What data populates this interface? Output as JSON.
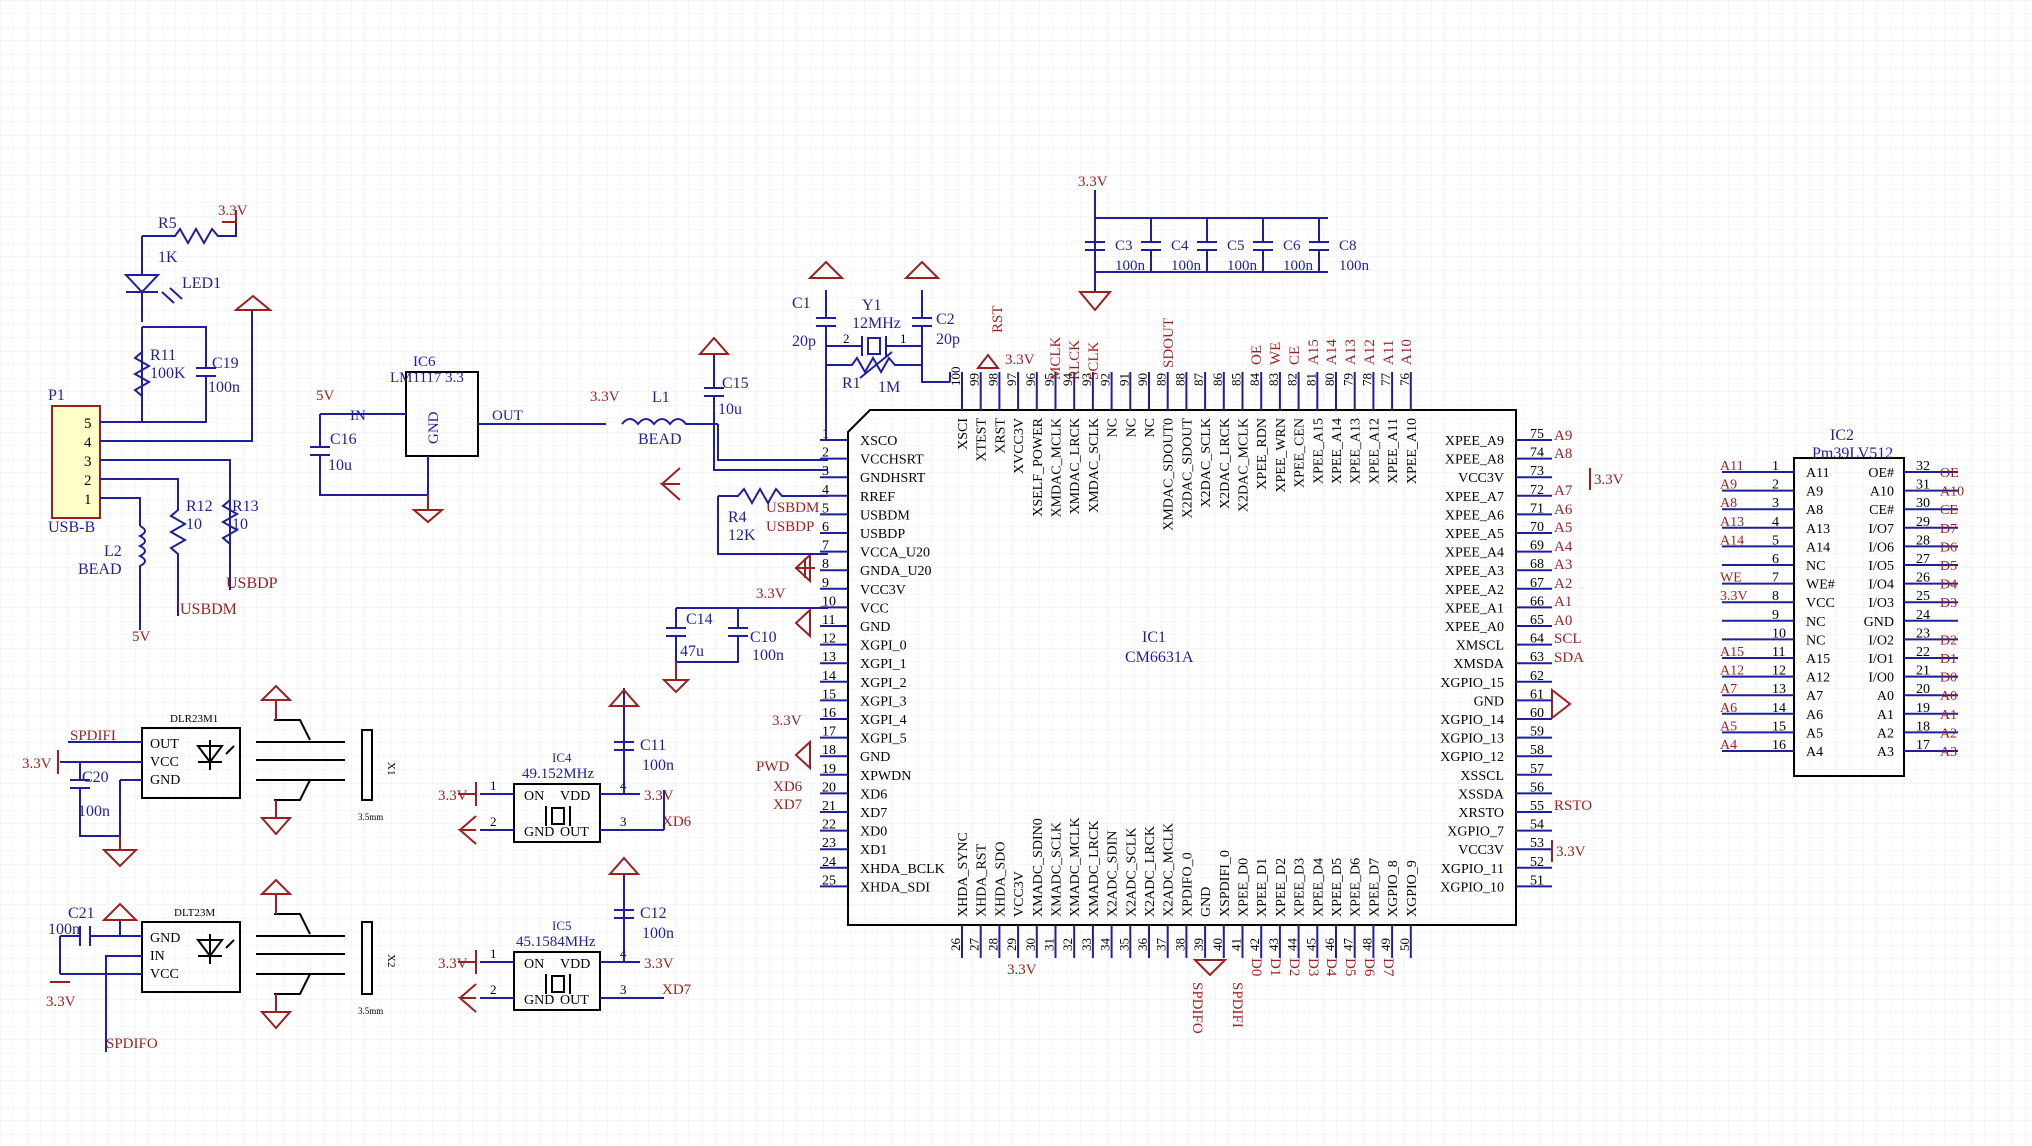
{
  "ic1": {
    "designator": "IC1",
    "part": "CM6631A",
    "left_pins": [
      {
        "num": "1",
        "name": "XSCO"
      },
      {
        "num": "2",
        "name": "VCCHSRT"
      },
      {
        "num": "3",
        "name": "GNDHSRT"
      },
      {
        "num": "4",
        "name": "RREF"
      },
      {
        "num": "5",
        "name": "USBDM"
      },
      {
        "num": "6",
        "name": "USBDP"
      },
      {
        "num": "7",
        "name": "VCCA_U20"
      },
      {
        "num": "8",
        "name": "GNDA_U20"
      },
      {
        "num": "9",
        "name": "VCC3V"
      },
      {
        "num": "10",
        "name": "VCC"
      },
      {
        "num": "11",
        "name": "GND"
      },
      {
        "num": "12",
        "name": "XGPI_0"
      },
      {
        "num": "13",
        "name": "XGPI_1"
      },
      {
        "num": "14",
        "name": "XGPI_2"
      },
      {
        "num": "15",
        "name": "XGPI_3"
      },
      {
        "num": "16",
        "name": "XGPI_4"
      },
      {
        "num": "17",
        "name": "XGPI_5"
      },
      {
        "num": "18",
        "name": "GND"
      },
      {
        "num": "19",
        "name": "XPWDN"
      },
      {
        "num": "20",
        "name": "XD6"
      },
      {
        "num": "21",
        "name": "XD7"
      },
      {
        "num": "22",
        "name": "XD0"
      },
      {
        "num": "23",
        "name": "XD1"
      },
      {
        "num": "24",
        "name": "XHDA_BCLK"
      },
      {
        "num": "25",
        "name": "XHDA_SDI"
      }
    ],
    "right_pins": [
      {
        "num": "75",
        "name": "XPEE_A9"
      },
      {
        "num": "74",
        "name": "XPEE_A8"
      },
      {
        "num": "73",
        "name": "VCC3V"
      },
      {
        "num": "72",
        "name": "XPEE_A7"
      },
      {
        "num": "71",
        "name": "XPEE_A6"
      },
      {
        "num": "70",
        "name": "XPEE_A5"
      },
      {
        "num": "69",
        "name": "XPEE_A4"
      },
      {
        "num": "68",
        "name": "XPEE_A3"
      },
      {
        "num": "67",
        "name": "XPEE_A2"
      },
      {
        "num": "66",
        "name": "XPEE_A1"
      },
      {
        "num": "65",
        "name": "XPEE_A0"
      },
      {
        "num": "64",
        "name": "XMSCL"
      },
      {
        "num": "63",
        "name": "XMSDA"
      },
      {
        "num": "62",
        "name": "XGPIO_15"
      },
      {
        "num": "61",
        "name": "GND"
      },
      {
        "num": "60",
        "name": "XGPIO_14"
      },
      {
        "num": "59",
        "name": "XGPIO_13"
      },
      {
        "num": "58",
        "name": "XGPIO_12"
      },
      {
        "num": "57",
        "name": "XSSCL"
      },
      {
        "num": "56",
        "name": "XSSDA"
      },
      {
        "num": "55",
        "name": "XRSTO"
      },
      {
        "num": "54",
        "name": "XGPIO_7"
      },
      {
        "num": "53",
        "name": "VCC3V"
      },
      {
        "num": "52",
        "name": "XGPIO_11"
      },
      {
        "num": "51",
        "name": "XGPIO_10"
      }
    ],
    "top_pins": [
      {
        "num": "100",
        "name": "XSCI"
      },
      {
        "num": "99",
        "name": "XTEST"
      },
      {
        "num": "98",
        "name": "XRST"
      },
      {
        "num": "97",
        "name": "XVCC3V"
      },
      {
        "num": "96",
        "name": "XSELF_POWER"
      },
      {
        "num": "95",
        "name": "XMDAC_MCLK"
      },
      {
        "num": "94",
        "name": "XMDAC_LRCK"
      },
      {
        "num": "93",
        "name": "XMDAC_SCLK"
      },
      {
        "num": "92",
        "name": "NC"
      },
      {
        "num": "91",
        "name": "NC"
      },
      {
        "num": "90",
        "name": "NC"
      },
      {
        "num": "89",
        "name": "XMDAC_SDOUT0"
      },
      {
        "num": "88",
        "name": "X2DAC_SDOUT"
      },
      {
        "num": "87",
        "name": "X2DAC_SCLK"
      },
      {
        "num": "86",
        "name": "X2DAC_LRCK"
      },
      {
        "num": "85",
        "name": "X2DAC_MCLK"
      },
      {
        "num": "84",
        "name": "XPEE_RDN"
      },
      {
        "num": "83",
        "name": "XPEE_WRN"
      },
      {
        "num": "82",
        "name": "XPEE_CEN"
      },
      {
        "num": "81",
        "name": "XPEE_A15"
      },
      {
        "num": "80",
        "name": "XPEE_A14"
      },
      {
        "num": "79",
        "name": "XPEE_A13"
      },
      {
        "num": "78",
        "name": "XPEE_A12"
      },
      {
        "num": "77",
        "name": "XPEE_A11"
      },
      {
        "num": "76",
        "name": "XPEE_A10"
      }
    ],
    "bottom_pins": [
      {
        "num": "26",
        "name": "XHDA_SYNC"
      },
      {
        "num": "27",
        "name": "XHDA_RST"
      },
      {
        "num": "28",
        "name": "XHDA_SDO"
      },
      {
        "num": "29",
        "name": "VCC3V"
      },
      {
        "num": "30",
        "name": "XMADC_SDIN0"
      },
      {
        "num": "31",
        "name": "XMADC_SCLK"
      },
      {
        "num": "32",
        "name": "XMADC_MCLK"
      },
      {
        "num": "33",
        "name": "XMADC_LRCK"
      },
      {
        "num": "34",
        "name": "X2ADC_SDIN"
      },
      {
        "num": "35",
        "name": "X2ADC_SCLK"
      },
      {
        "num": "36",
        "name": "X2ADC_LRCK"
      },
      {
        "num": "37",
        "name": "X2ADC_MCLK"
      },
      {
        "num": "38",
        "name": "XPDIFO_0"
      },
      {
        "num": "39",
        "name": "GND"
      },
      {
        "num": "40",
        "name": "XSPDIFI_0"
      },
      {
        "num": "41",
        "name": "XPEE_D0"
      },
      {
        "num": "42",
        "name": "XPEE_D1"
      },
      {
        "num": "43",
        "name": "XPEE_D2"
      },
      {
        "num": "44",
        "name": "XPEE_D3"
      },
      {
        "num": "45",
        "name": "XPEE_D4"
      },
      {
        "num": "46",
        "name": "XPEE_D5"
      },
      {
        "num": "47",
        "name": "XPEE_D6"
      },
      {
        "num": "48",
        "name": "XPEE_D7"
      },
      {
        "num": "49",
        "name": "XGPIO_8"
      },
      {
        "num": "50",
        "name": "XGPIO_9"
      }
    ],
    "top_nets": [
      "RST",
      "MCLK",
      "RLCK",
      "SCLK",
      "SDOUT",
      "OE",
      "WE",
      "CE",
      "A15",
      "A14",
      "A13",
      "A12",
      "A11",
      "A10"
    ],
    "right_nets": [
      "A9",
      "A8",
      "3.3V",
      "A7",
      "A6",
      "A5",
      "A4",
      "A3",
      "A2",
      "A1",
      "A0",
      "SCL",
      "SDA",
      "RSTO",
      "3.3V"
    ],
    "left_nets": [
      "USBDM",
      "USBDP",
      "3.3V",
      "3.3V",
      "PWD",
      "XD6",
      "XD7"
    ],
    "bottom_nets": [
      "3.3V",
      "SPDIFO",
      "SPDIFI",
      "D0",
      "D1",
      "D2",
      "D3",
      "D4",
      "D5",
      "D6",
      "D7"
    ]
  },
  "ic2": {
    "designator": "IC2",
    "part": "Pm39LV512",
    "left_pins": [
      {
        "num": "1",
        "name": "A11",
        "net": "A11"
      },
      {
        "num": "2",
        "name": "A9",
        "net": "A9"
      },
      {
        "num": "3",
        "name": "A8",
        "net": "A8"
      },
      {
        "num": "4",
        "name": "A13",
        "net": "A13"
      },
      {
        "num": "5",
        "name": "A14",
        "net": "A14"
      },
      {
        "num": "6",
        "name": "NC",
        "net": ""
      },
      {
        "num": "7",
        "name": "WE#",
        "net": "WE"
      },
      {
        "num": "8",
        "name": "VCC",
        "net": "3.3V"
      },
      {
        "num": "9",
        "name": "NC",
        "net": ""
      },
      {
        "num": "10",
        "name": "NC",
        "net": ""
      },
      {
        "num": "11",
        "name": "A15",
        "net": "A15"
      },
      {
        "num": "12",
        "name": "A12",
        "net": "A12"
      },
      {
        "num": "13",
        "name": "A7",
        "net": "A7"
      },
      {
        "num": "14",
        "name": "A6",
        "net": "A6"
      },
      {
        "num": "15",
        "name": "A5",
        "net": "A5"
      },
      {
        "num": "16",
        "name": "A4",
        "net": "A4"
      }
    ],
    "right_pins": [
      {
        "num": "32",
        "name": "OE#",
        "net": "OE"
      },
      {
        "num": "31",
        "name": "A10",
        "net": "A10"
      },
      {
        "num": "30",
        "name": "CE#",
        "net": "CE"
      },
      {
        "num": "29",
        "name": "I/O7",
        "net": "D7"
      },
      {
        "num": "28",
        "name": "I/O6",
        "net": "D6"
      },
      {
        "num": "27",
        "name": "I/O5",
        "net": "D5"
      },
      {
        "num": "26",
        "name": "I/O4",
        "net": "D4"
      },
      {
        "num": "25",
        "name": "I/O3",
        "net": "D3"
      },
      {
        "num": "24",
        "name": "GND",
        "net": ""
      },
      {
        "num": "23",
        "name": "I/O2",
        "net": "D2"
      },
      {
        "num": "22",
        "name": "I/O1",
        "net": "D1"
      },
      {
        "num": "21",
        "name": "I/O0",
        "net": "D0"
      },
      {
        "num": "20",
        "name": "A0",
        "net": "A0"
      },
      {
        "num": "19",
        "name": "A1",
        "net": "A1"
      },
      {
        "num": "18",
        "name": "A2",
        "net": "A2"
      },
      {
        "num": "17",
        "name": "A3",
        "net": "A3"
      }
    ]
  },
  "p1": {
    "designator": "P1",
    "part": "USB-B",
    "pins": [
      "5",
      "4",
      "3",
      "2",
      "1"
    ]
  },
  "usb_section": {
    "r5": "R5",
    "r5_val": "1K",
    "led": "LED1",
    "r11": "R11",
    "r11_val": "100K",
    "c19": "C19",
    "c19_val": "100n",
    "l2": "L2",
    "l2_val": "BEAD",
    "r12": "R12",
    "r12_val": "10",
    "r13": "R13",
    "r13_val": "10",
    "net_33v": "3.3V",
    "net_5v": "5V",
    "net_usbdm": "USBDM",
    "net_usbdp": "USBDP"
  },
  "regulator": {
    "designator": "IC6",
    "part": "LM1117 3.3",
    "pin_in": "IN",
    "pin_out": "OUT",
    "pin_gnd": "GND",
    "net_5v": "5V",
    "net_33v": "3.3V",
    "c16": "C16",
    "c16_val": "10u",
    "l1": "L1",
    "l1_val": "BEAD",
    "c15": "C15",
    "c15_val": "10u"
  },
  "crystal": {
    "c1": "C1",
    "c1_val": "20p",
    "c2": "C2",
    "c2_val": "20p",
    "y1": "Y1",
    "y1_val": "12MHz",
    "r1": "R1",
    "r1_val": "1M",
    "pin2": "2",
    "pin1": "1"
  },
  "decoupling": {
    "net": "3.3V",
    "caps": [
      {
        "name": "C3",
        "val": "100n"
      },
      {
        "name": "C4",
        "val": "100n"
      },
      {
        "name": "C5",
        "val": "100n"
      },
      {
        "name": "C6",
        "val": "100n"
      },
      {
        "name": "C8",
        "val": "100n"
      }
    ]
  },
  "misc_caps": {
    "r4": "R4",
    "r4_val": "12K",
    "c14": "C14",
    "c14_val": "47u",
    "c10": "C10",
    "c10_val": "100n"
  },
  "osc1": {
    "designator": "IC4",
    "freq": "49.152MHz",
    "net_in": "3.3V",
    "net_out": "XD6",
    "cap": "C11",
    "cap_val": "100n",
    "pin_on": "ON",
    "pin_vdd": "VDD",
    "pin_gnd": "GND",
    "pin_out": "OUT",
    "pin1": "1",
    "pin2": "2",
    "pin3": "3",
    "pin4": "4"
  },
  "osc2": {
    "designator": "IC5",
    "freq": "45.1584MHz",
    "net_in": "3.3V",
    "net_out": "XD7",
    "cap": "C12",
    "cap_val": "100n",
    "pin_on": "ON",
    "pin_vdd": "VDD",
    "pin_gnd": "GND",
    "pin_out": "OUT",
    "pin1": "1",
    "pin2": "2",
    "pin3": "3",
    "pin4": "4"
  },
  "optical_tx": {
    "designator": "DLR23M1",
    "pins": [
      "OUT",
      "VCC",
      "GND"
    ],
    "net_spdif": "SPDIFI",
    "net_33v": "3.3V",
    "cap": "C20",
    "cap_val": "100n",
    "jack": "X1",
    "jack_size": "3.5mm"
  },
  "optical_rx": {
    "designator": "DLT23M",
    "pins": [
      "GND",
      "IN",
      "VCC"
    ],
    "net_spdif": "SPDIFO",
    "net_33v": "3.3V",
    "cap": "C21",
    "cap_val": "100n",
    "jack": "X2",
    "jack_size": "3.5mm"
  }
}
